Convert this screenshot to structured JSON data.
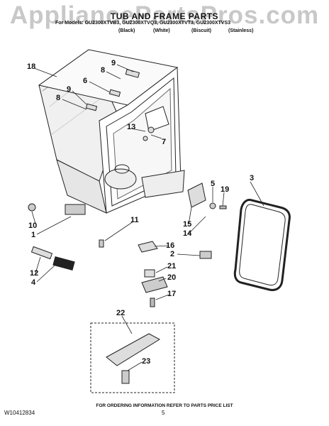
{
  "watermark": "AppliancePartsPros.com",
  "title": "TUB AND FRAME PARTS",
  "models_line": "For Models: GU2300XTVB3, GU2300XTVQ3, GU2300XTVT3, GU2300XTVS3",
  "versions": [
    "(Black)",
    "(White)",
    "(Biscuit)",
    "(Stainless)"
  ],
  "callouts": [
    "18",
    "9",
    "8",
    "6",
    "9",
    "8",
    "13",
    "7",
    "3",
    "5",
    "19",
    "15",
    "14",
    "10",
    "1",
    "11",
    "16",
    "2",
    "12",
    "4",
    "21",
    "20",
    "17",
    "22",
    "23"
  ],
  "footer_note": "FOR ORDERING INFORMATION REFER TO PARTS PRICE LIST",
  "doc_number": "W10412834",
  "page_number": "5"
}
